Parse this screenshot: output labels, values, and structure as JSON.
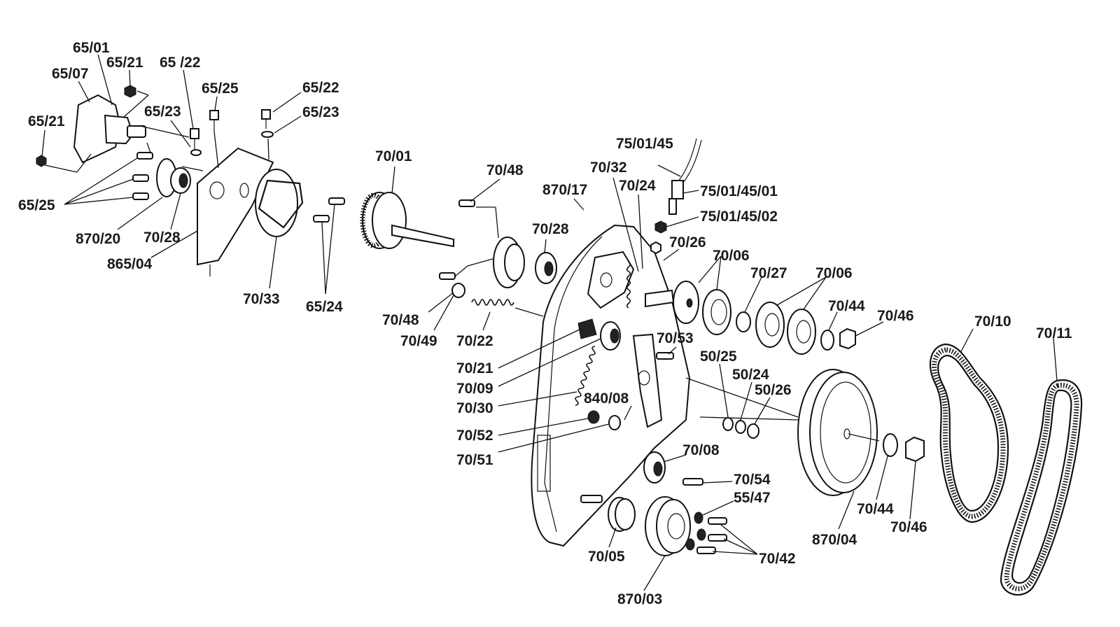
{
  "labels": {
    "l65_01": "65/01",
    "l65_07": "65/07",
    "l65_21a": "65/21",
    "l65_22a": "65 /22",
    "l65_25a": "65/25",
    "l65_22b": "65/22",
    "l65_23a": "65/23",
    "l65_23b": "65/23",
    "l65_21b": "65/21",
    "l65_25b": "65/25",
    "l870_20": "870/20",
    "l70_28a": "70/28",
    "l865_04": "865/04",
    "l70_33": "70/33",
    "l65_24": "65/24",
    "l70_01": "70/01",
    "l70_48a": "70/48",
    "l70_28b": "70/28",
    "l870_17": "870/17",
    "l70_32": "70/32",
    "l70_24": "70/24",
    "l75_01_45": "75/01/45",
    "l75_01_45_01": "75/01/45/01",
    "l75_01_45_02": "75/01/45/02",
    "l70_26": "70/26",
    "l70_06a": "70/06",
    "l70_27": "70/27",
    "l70_06b": "70/06",
    "l70_44a": "70/44",
    "l70_46a": "70/46",
    "l70_10": "70/10",
    "l70_11": "70/11",
    "l70_48b": "70/48",
    "l70_49": "70/49",
    "l70_22": "70/22",
    "l70_21": "70/21",
    "l70_09": "70/09",
    "l70_30": "70/30",
    "l70_53": "70/53",
    "l50_25": "50/25",
    "l50_24": "50/24",
    "l50_26": "50/26",
    "l840_08": "840/08",
    "l70_52": "70/52",
    "l70_51": "70/51",
    "l70_08": "70/08",
    "l70_54": "70/54",
    "l55_47": "55/47",
    "l70_05": "70/05",
    "l70_42": "70/42",
    "l870_03": "870/03",
    "l870_04": "870/04",
    "l70_44b": "70/44",
    "l70_46b": "70/46"
  }
}
